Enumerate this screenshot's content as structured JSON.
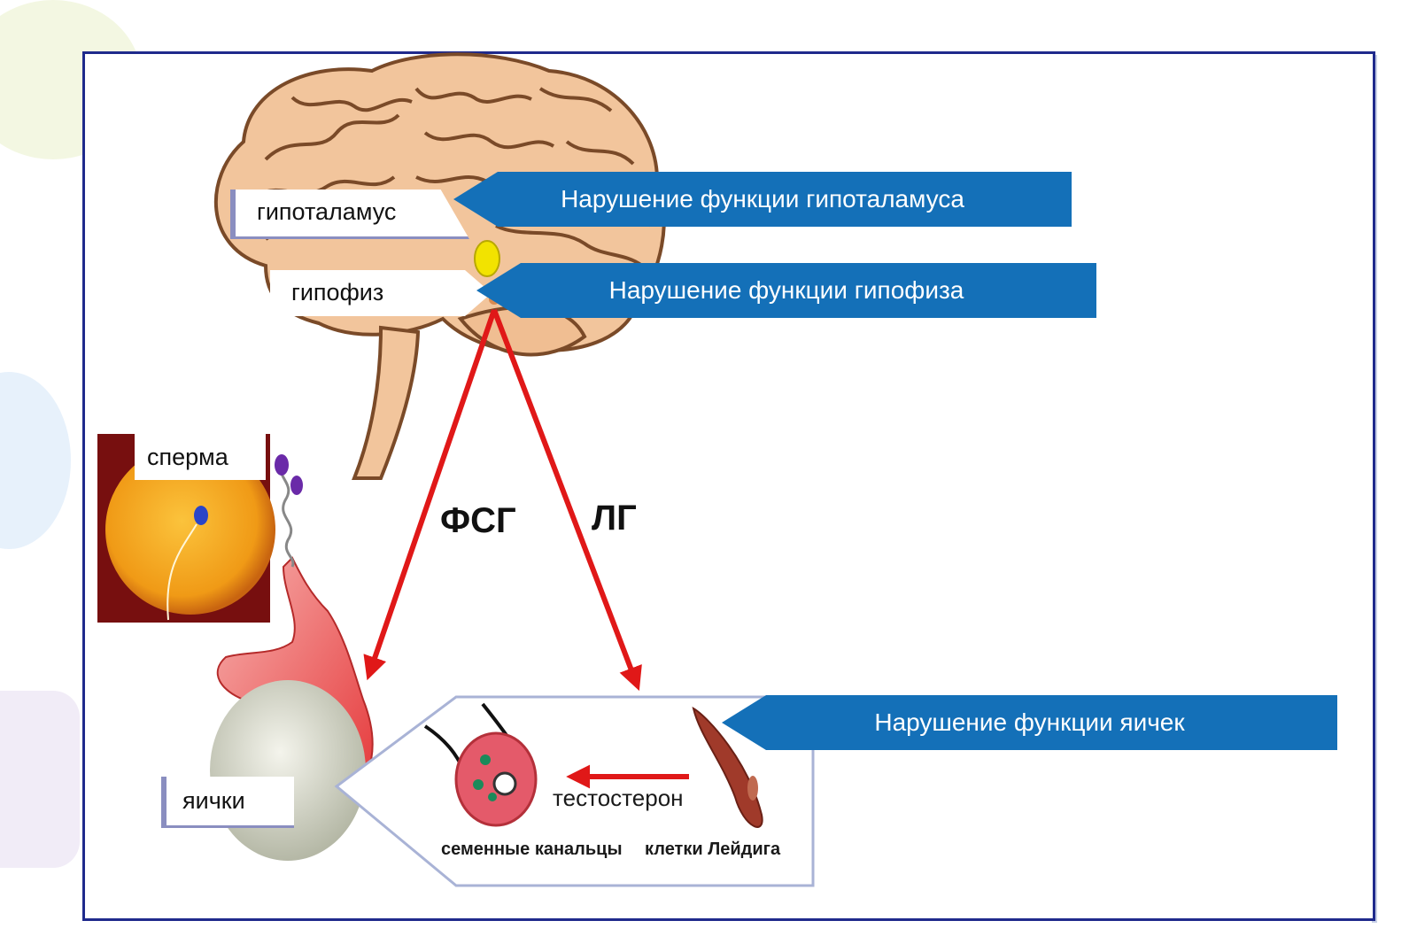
{
  "labels": {
    "hypothalamus": "гипоталамус",
    "pituitary": "гипофиз",
    "sperm": "сперма",
    "testes": "яички",
    "testosterone": "тестостерон",
    "tubules": "семенные канальцы",
    "leydig": "клетки Лейдига"
  },
  "hormones": {
    "fsh": "ФСГ",
    "lh": "ЛГ"
  },
  "banners": {
    "hypothalamus": "Нарушение функции гипоталамуса",
    "pituitary": "Нарушение функции гипофиза",
    "testes": "Нарушение функции яичек"
  },
  "colors": {
    "banner": "#1470b8",
    "arrow": "#e01818",
    "frame": "#1f2a8c",
    "brain": "#f2c59c"
  }
}
